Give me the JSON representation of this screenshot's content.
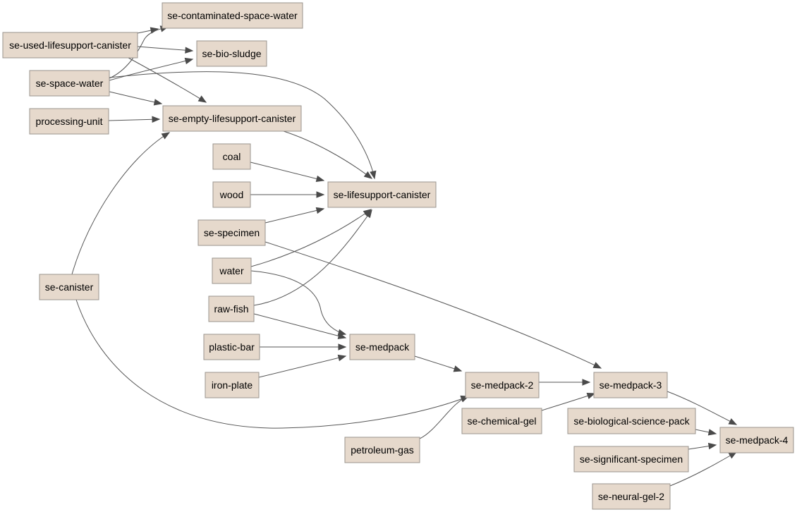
{
  "diagram": {
    "nodes": [
      {
        "id": "se-contaminated-space-water",
        "label": "se-contaminated-space-water"
      },
      {
        "id": "se-used-lifesupport-canister",
        "label": "se-used-lifesupport-canister"
      },
      {
        "id": "se-bio-sludge",
        "label": "se-bio-sludge"
      },
      {
        "id": "se-space-water",
        "label": "se-space-water"
      },
      {
        "id": "processing-unit",
        "label": "processing-unit"
      },
      {
        "id": "se-empty-lifesupport-canister",
        "label": "se-empty-lifesupport-canister"
      },
      {
        "id": "coal",
        "label": "coal"
      },
      {
        "id": "wood",
        "label": "wood"
      },
      {
        "id": "se-lifesupport-canister",
        "label": "se-lifesupport-canister"
      },
      {
        "id": "se-specimen",
        "label": "se-specimen"
      },
      {
        "id": "se-canister",
        "label": "se-canister"
      },
      {
        "id": "water",
        "label": "water"
      },
      {
        "id": "raw-fish",
        "label": "raw-fish"
      },
      {
        "id": "plastic-bar",
        "label": "plastic-bar"
      },
      {
        "id": "se-medpack",
        "label": "se-medpack"
      },
      {
        "id": "iron-plate",
        "label": "iron-plate"
      },
      {
        "id": "se-medpack-2",
        "label": "se-medpack-2"
      },
      {
        "id": "se-medpack-3",
        "label": "se-medpack-3"
      },
      {
        "id": "se-chemical-gel",
        "label": "se-chemical-gel"
      },
      {
        "id": "se-biological-science-pack",
        "label": "se-biological-science-pack"
      },
      {
        "id": "petroleum-gas",
        "label": "petroleum-gas"
      },
      {
        "id": "se-medpack-4",
        "label": "se-medpack-4"
      },
      {
        "id": "se-significant-specimen",
        "label": "se-significant-specimen"
      },
      {
        "id": "se-neural-gel-2",
        "label": "se-neural-gel-2"
      }
    ],
    "edges": [
      {
        "from": "se-used-lifesupport-canister",
        "to": "se-contaminated-space-water"
      },
      {
        "from": "se-used-lifesupport-canister",
        "to": "se-bio-sludge"
      },
      {
        "from": "se-used-lifesupport-canister",
        "to": "se-empty-lifesupport-canister"
      },
      {
        "from": "se-space-water",
        "to": "se-contaminated-space-water"
      },
      {
        "from": "se-space-water",
        "to": "se-bio-sludge"
      },
      {
        "from": "se-space-water",
        "to": "se-empty-lifesupport-canister"
      },
      {
        "from": "se-space-water",
        "to": "se-lifesupport-canister"
      },
      {
        "from": "processing-unit",
        "to": "se-empty-lifesupport-canister"
      },
      {
        "from": "se-canister",
        "to": "se-empty-lifesupport-canister"
      },
      {
        "from": "se-canister",
        "to": "se-medpack-2"
      },
      {
        "from": "se-empty-lifesupport-canister",
        "to": "se-lifesupport-canister"
      },
      {
        "from": "coal",
        "to": "se-lifesupport-canister"
      },
      {
        "from": "wood",
        "to": "se-lifesupport-canister"
      },
      {
        "from": "se-specimen",
        "to": "se-lifesupport-canister"
      },
      {
        "from": "se-specimen",
        "to": "se-medpack-3"
      },
      {
        "from": "water",
        "to": "se-lifesupport-canister"
      },
      {
        "from": "water",
        "to": "se-medpack"
      },
      {
        "from": "raw-fish",
        "to": "se-lifesupport-canister"
      },
      {
        "from": "raw-fish",
        "to": "se-medpack"
      },
      {
        "from": "plastic-bar",
        "to": "se-medpack"
      },
      {
        "from": "iron-plate",
        "to": "se-medpack"
      },
      {
        "from": "se-medpack",
        "to": "se-medpack-2"
      },
      {
        "from": "petroleum-gas",
        "to": "se-medpack-2"
      },
      {
        "from": "se-medpack-2",
        "to": "se-medpack-3"
      },
      {
        "from": "se-chemical-gel",
        "to": "se-medpack-3"
      },
      {
        "from": "se-medpack-3",
        "to": "se-medpack-4"
      },
      {
        "from": "se-biological-science-pack",
        "to": "se-medpack-4"
      },
      {
        "from": "se-significant-specimen",
        "to": "se-medpack-4"
      },
      {
        "from": "se-neural-gel-2",
        "to": "se-medpack-4"
      }
    ]
  }
}
